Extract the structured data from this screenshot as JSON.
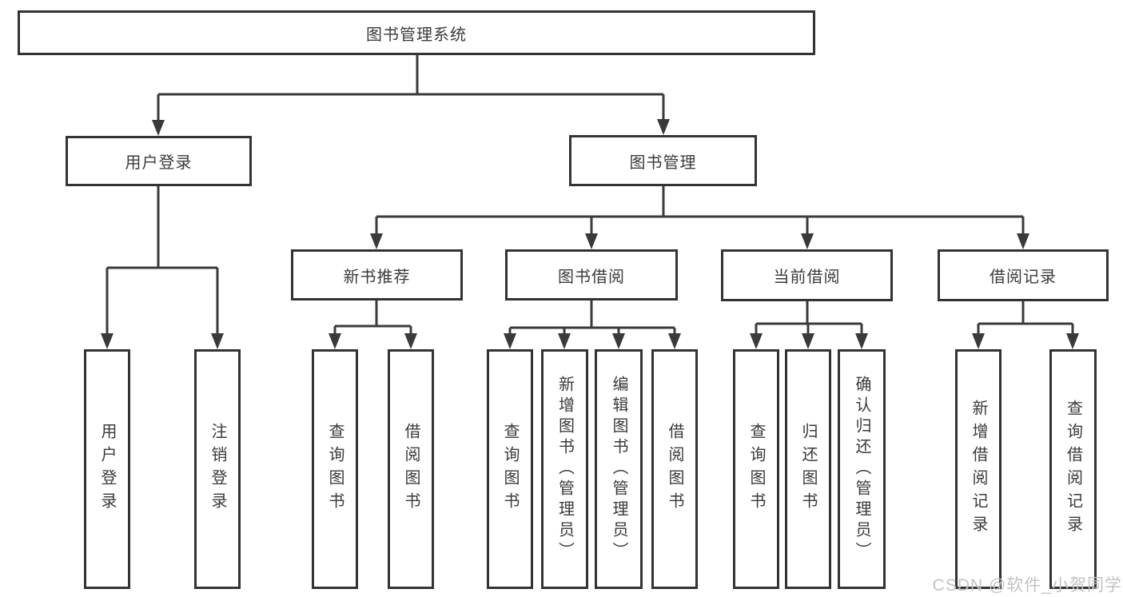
{
  "tree": {
    "root": "图书管理系统",
    "branches": [
      {
        "label": "用户登录",
        "leaves": [
          "用户登录",
          "注销登录"
        ]
      },
      {
        "label": "图书管理",
        "groups": [
          {
            "label": "新书推荐",
            "leaves": [
              "查询图书",
              "借阅图书"
            ]
          },
          {
            "label": "图书借阅",
            "leaves": [
              "查询图书",
              "新增图书（管理员）",
              "编辑图书（管理员）",
              "借阅图书"
            ]
          },
          {
            "label": "当前借阅",
            "leaves": [
              "查询图书",
              "归还图书",
              "确认归还（管理员）"
            ]
          },
          {
            "label": "借阅记录",
            "leaves": [
              "新增借阅记录",
              "查询借阅记录"
            ]
          }
        ]
      }
    ]
  },
  "watermark": {
    "text": "CSDN @软件_小贺同学"
  },
  "colors": {
    "line": "#3a3a3a",
    "border": "#333333",
    "text": "#3a3a3a",
    "watermark": "#c3c3c3",
    "background": "#ffffff"
  }
}
